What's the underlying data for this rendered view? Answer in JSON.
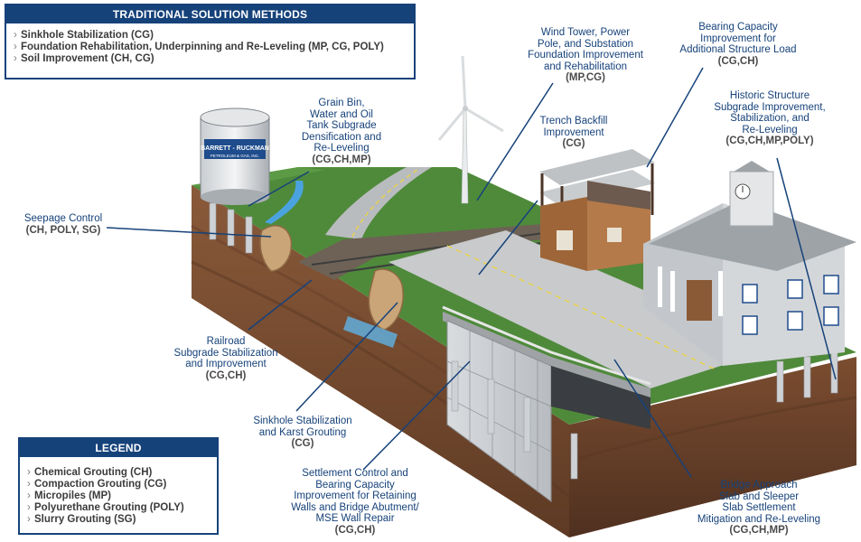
{
  "methods_box": {
    "title": "TRADITIONAL SOLUTION METHODS",
    "items": [
      "Sinkhole Stabilization (CG)",
      "Foundation Rehabilitation, Underpinning and Re-Leveling (MP, CG, POLY)",
      "Soil Improvement (CH, CG)"
    ]
  },
  "legend_box": {
    "title": "LEGEND",
    "items": [
      "Chemical Grouting (CH)",
      "Compaction Grouting (CG)",
      "Micropiles (MP)",
      "Polyurethane Grouting (POLY)",
      "Slurry Grouting (SG)"
    ]
  },
  "callouts": [
    {
      "id": "seepage",
      "lines": [
        "Seepage Control"
      ],
      "codes": "(CH, POLY, SG)"
    },
    {
      "id": "grain-bin",
      "lines": [
        "Grain Bin,",
        "Water and Oil",
        "Tank Subgrade",
        "Densification and",
        "Re-Leveling"
      ],
      "codes": "(CG,CH,MP)"
    },
    {
      "id": "wind-tower",
      "lines": [
        "Wind Tower, Power",
        "Pole, and Substation",
        "Foundation Improvement",
        "and Rehabilitation"
      ],
      "codes": "(MP,CG)"
    },
    {
      "id": "bearing-capacity",
      "lines": [
        "Bearing Capacity",
        "Improvement for",
        "Additional Structure Load"
      ],
      "codes": "(CG,CH)"
    },
    {
      "id": "trench-backfill",
      "lines": [
        "Trench Backfill",
        "Improvement"
      ],
      "codes": "(CG)"
    },
    {
      "id": "historic-structure",
      "lines": [
        "Historic Structure",
        "Subgrade Improvement,",
        "Stabilization, and",
        "Re-Leveling"
      ],
      "codes": "(CG,CH,MP,POLY)"
    },
    {
      "id": "railroad",
      "lines": [
        "Railroad",
        "Subgrade Stabilization",
        "and Improvement"
      ],
      "codes": "(CG,CH)"
    },
    {
      "id": "sinkhole",
      "lines": [
        "Sinkhole Stabilization",
        "and Karst Grouting"
      ],
      "codes": "(CG)"
    },
    {
      "id": "settlement",
      "lines": [
        "Settlement Control and",
        "Bearing Capacity",
        "Improvement for Retaining",
        "Walls and Bridge Abutment/",
        "MSE Wall Repair"
      ],
      "codes": "(CG,CH)"
    },
    {
      "id": "bridge-approach",
      "lines": [
        "Bridge Approach",
        "Slab and Sleeper",
        "Slab Settlement",
        "Mitigation and Re-Leveling"
      ],
      "codes": "(CG,CH,MP)"
    }
  ],
  "tank_sign": {
    "brand": "BARRETT - RUCKMAN",
    "subtitle": "PETROLEUM & GAS, INC."
  },
  "colors": {
    "brand_blue": "#16427a",
    "code_gray": "#4a4a4a",
    "grass": "#4f8a3b",
    "soil": "#7a4a2e",
    "water": "#4aa3df"
  }
}
